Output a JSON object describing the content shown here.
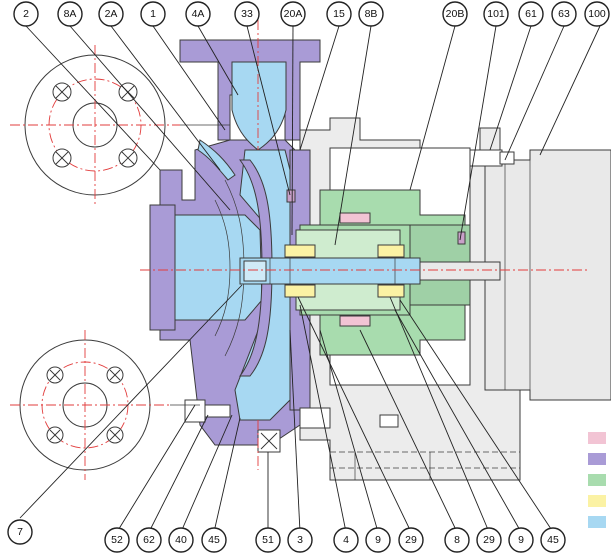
{
  "callouts": {
    "top": [
      "2",
      "8A",
      "2A",
      "1",
      "4A",
      "33",
      "20A",
      "15",
      "8B",
      "20B",
      "101",
      "61",
      "63",
      "100"
    ],
    "bottom_left": [
      "7"
    ],
    "bottom": [
      "52",
      "62",
      "40",
      "45",
      "51",
      "3",
      "4",
      "9",
      "29",
      "8",
      "29",
      "9",
      "45"
    ]
  },
  "legend": {
    "swatches": [
      {
        "color": "#f2c4d4"
      },
      {
        "color": "#a99bd6"
      },
      {
        "color": "#a8dcae"
      },
      {
        "color": "#fbf2a4"
      },
      {
        "color": "#a7d8f2"
      }
    ]
  },
  "colors": {
    "casing_purple": "#a99bd6",
    "liquid_blue": "#a7d8f2",
    "magnet_green": "#a8dcae",
    "bearing_yellow": "#fbf2a4",
    "magnet_pink": "#f2c4d4",
    "frame_gray": "#e6e6e6",
    "centerline_red": "#e23c3c"
  }
}
